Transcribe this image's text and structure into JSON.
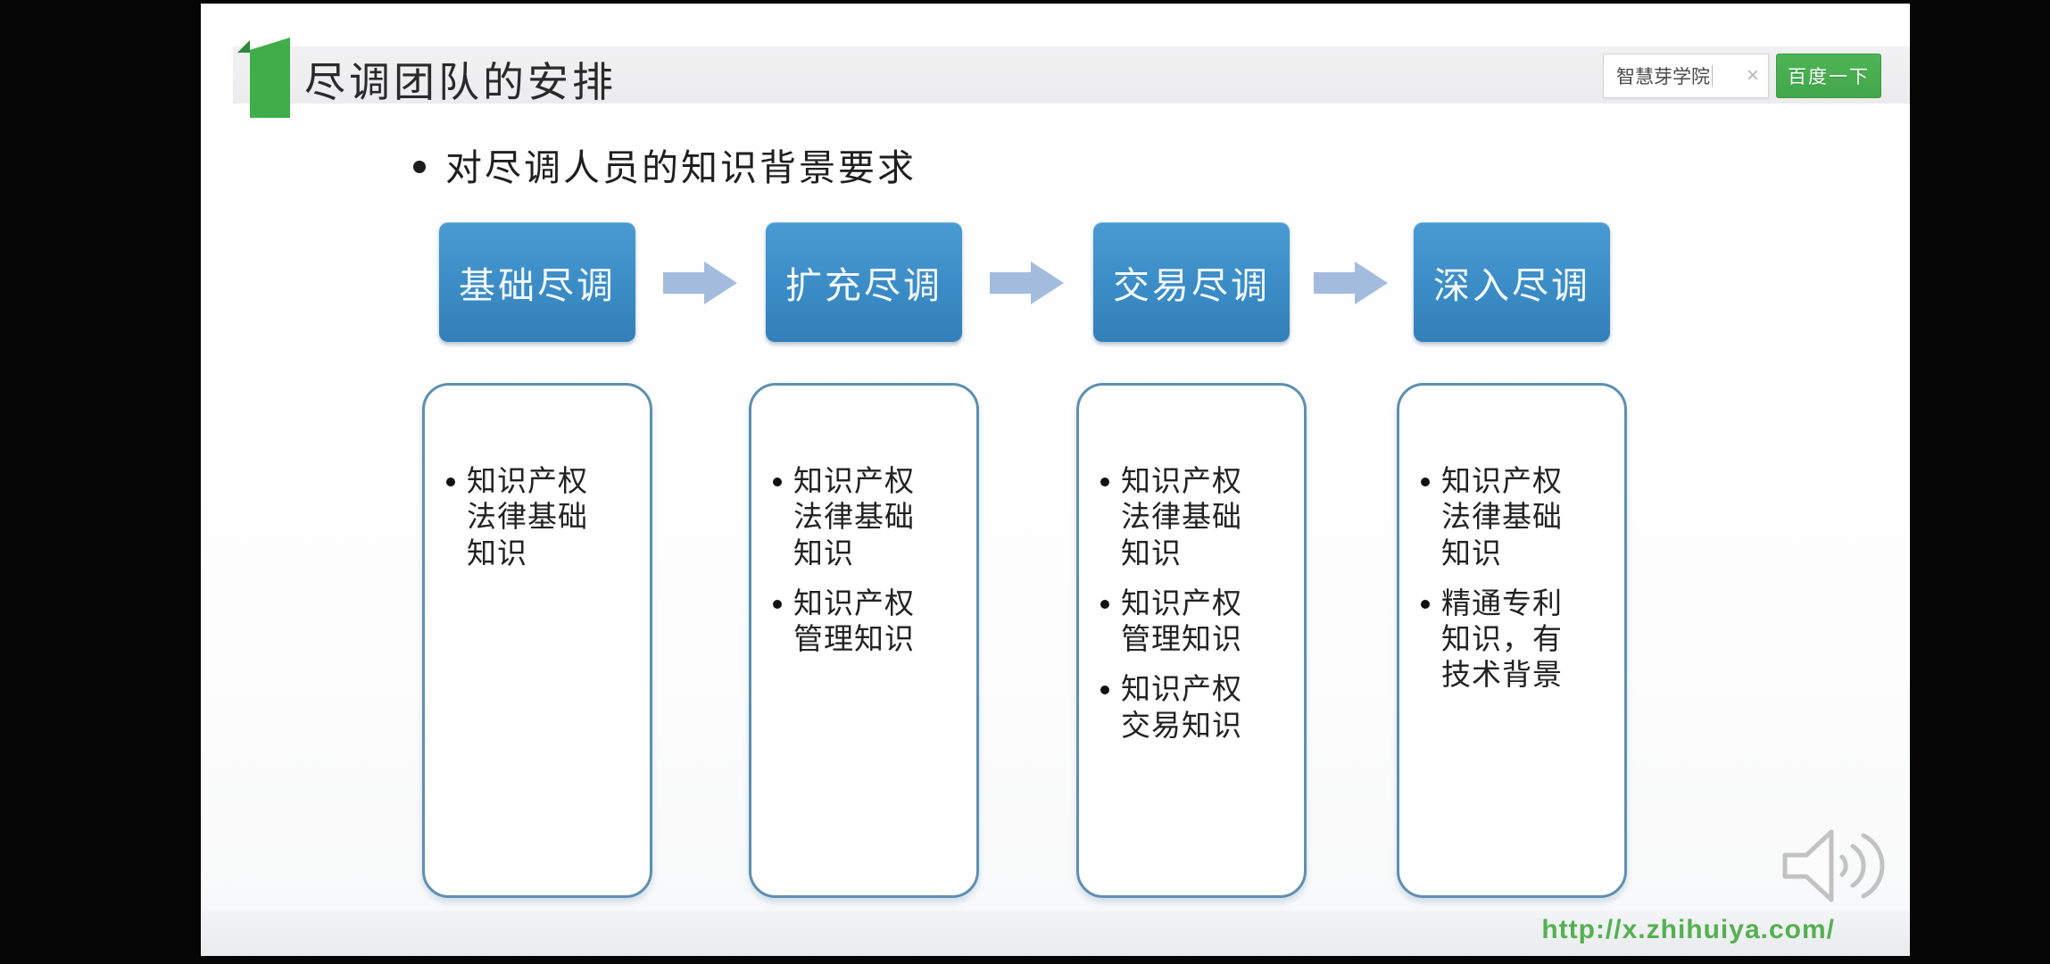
{
  "header": {
    "badge_number": "1",
    "title": "尽调团队的安排"
  },
  "baidu_widget": {
    "query": "智慧芽学院",
    "clear_icon": "×",
    "button_label": "百度一下"
  },
  "subtitle": "对尽调人员的知识背景要求",
  "flow": {
    "stages": [
      {
        "label": "基础尽调",
        "items": [
          "知识产权法律基础知识"
        ]
      },
      {
        "label": "扩充尽调",
        "items": [
          "知识产权法律基础知识",
          "知识产权管理知识"
        ]
      },
      {
        "label": "交易尽调",
        "items": [
          "知识产权法律基础知识",
          "知识产权管理知识",
          "知识产权交易知识"
        ]
      },
      {
        "label": "深入尽调",
        "items": [
          "知识产权法律基础知识",
          "精通专利知识，有技术背景"
        ]
      }
    ]
  },
  "footer": {
    "url": "http://x.zhihuiya.com/"
  },
  "colors": {
    "accent_green": "#3fae49",
    "stage_blue": "#3b8cc6",
    "arrow_blue": "#a3bcde",
    "content_border_blue": "#5e8fb0",
    "button_green": "#46ab4e",
    "url_green": "#55b050"
  }
}
